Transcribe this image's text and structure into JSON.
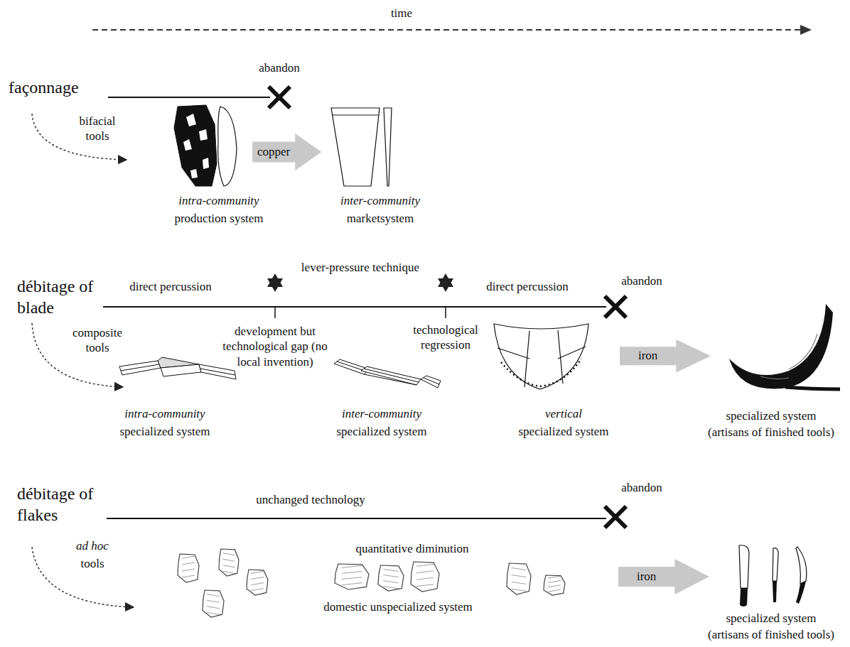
{
  "diagram": {
    "nodes": [
      {
        "text": [
          "copper"
        ]
      },
      {
        "text": [
          "iron"
        ]
      },
      {
        "text": [
          "iron"
        ]
      }
    ],
    "labels": [
      "time",
      "façonnage",
      "abandon",
      "bifacial tools",
      "intra-community",
      "production system",
      "inter-community",
      "marketsystem",
      "débitage of blade",
      "direct percussion",
      "lever-pressure technique",
      "direct percussion",
      "abandon",
      "composite tools",
      "development but technological gap (no local invention)",
      "technological regression",
      "intra-community",
      "specialized system",
      "inter-community",
      "specialized system",
      "vertical",
      "specialized system",
      "specialized system",
      "(artisans of finished tools)",
      "débitage of flakes",
      "unchanged technology",
      "abandon",
      "ad hoc",
      "tools",
      "quantitative diminution",
      "domestic unspecialized system",
      "specialized system",
      "(artisans of finished tools)"
    ]
  }
}
